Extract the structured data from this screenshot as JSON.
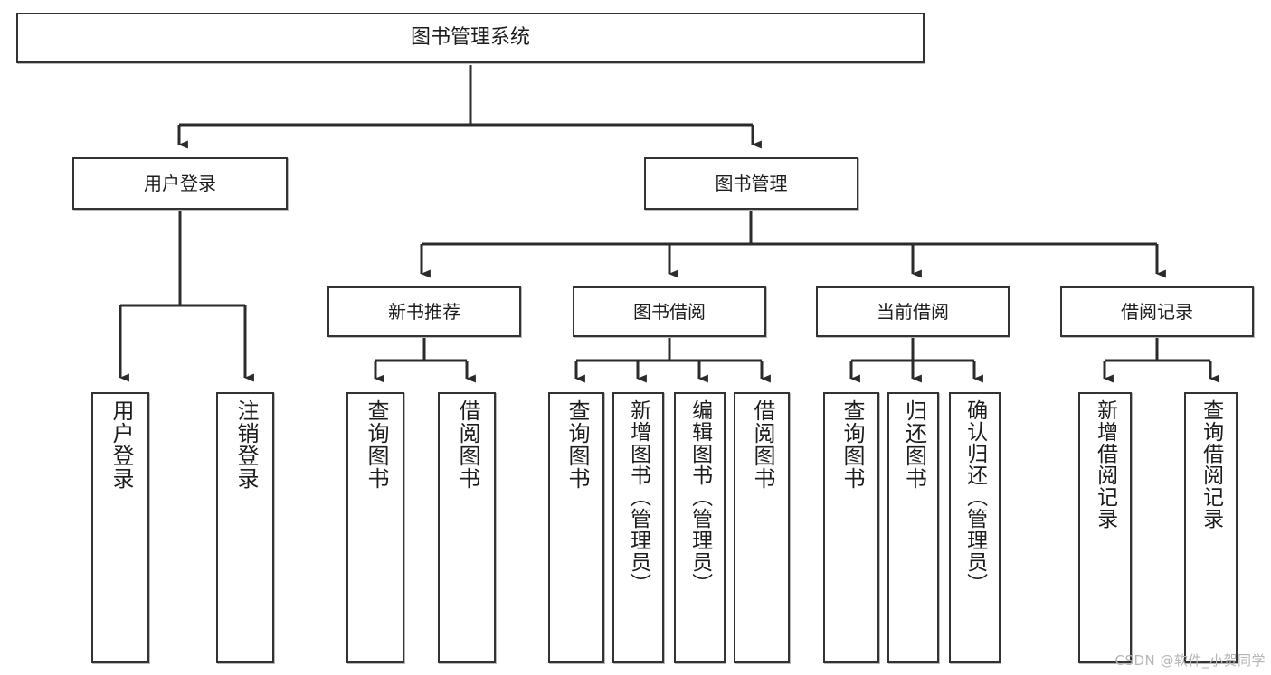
{
  "diagram": {
    "type": "tree",
    "title": "图书管理系统",
    "orientation": "top-down",
    "colors": {
      "border": "#333333",
      "background": "#ffffff",
      "text": "#1c1c1c",
      "connector": "#2b2b2b",
      "watermark": "#b6b6b6"
    }
  },
  "watermark": {
    "text": "CSDN @软件_小贺同学"
  },
  "nodes": {
    "root": {
      "label": "图书管理系统"
    },
    "level1": [
      {
        "id": "user-login",
        "label": "用户登录"
      },
      {
        "id": "book-manage",
        "label": "图书管理"
      }
    ],
    "level2": [
      {
        "id": "new-book-rec",
        "label": "新书推荐"
      },
      {
        "id": "book-borrow",
        "label": "图书借阅"
      },
      {
        "id": "current-borrow",
        "label": "当前借阅"
      },
      {
        "id": "borrow-record",
        "label": "借阅记录"
      }
    ],
    "leaves": [
      {
        "id": "leaf-user-login",
        "label": "用户登录",
        "parent": "user-login"
      },
      {
        "id": "leaf-user-logout",
        "label": "注销登录",
        "parent": "user-login"
      },
      {
        "id": "leaf-rec-query",
        "label": "查询图书",
        "parent": "new-book-rec"
      },
      {
        "id": "leaf-rec-borrow",
        "label": "借阅图书",
        "parent": "new-book-rec"
      },
      {
        "id": "leaf-borrow-query",
        "label": "查询图书",
        "parent": "book-borrow"
      },
      {
        "id": "leaf-borrow-add",
        "label": "新增图书（管理员）",
        "parent": "book-borrow"
      },
      {
        "id": "leaf-borrow-edit",
        "label": "编辑图书（管理员）",
        "parent": "book-borrow"
      },
      {
        "id": "leaf-borrow-lend",
        "label": "借阅图书",
        "parent": "book-borrow"
      },
      {
        "id": "leaf-cur-query",
        "label": "查询图书",
        "parent": "current-borrow"
      },
      {
        "id": "leaf-cur-return",
        "label": "归还图书",
        "parent": "current-borrow"
      },
      {
        "id": "leaf-cur-confirm",
        "label": "确认归还（管理员）",
        "parent": "current-borrow"
      },
      {
        "id": "leaf-rec-add",
        "label": "新增借阅记录",
        "parent": "borrow-record"
      },
      {
        "id": "leaf-rec-query-record",
        "label": "查询借阅记录",
        "parent": "borrow-record"
      }
    ]
  }
}
